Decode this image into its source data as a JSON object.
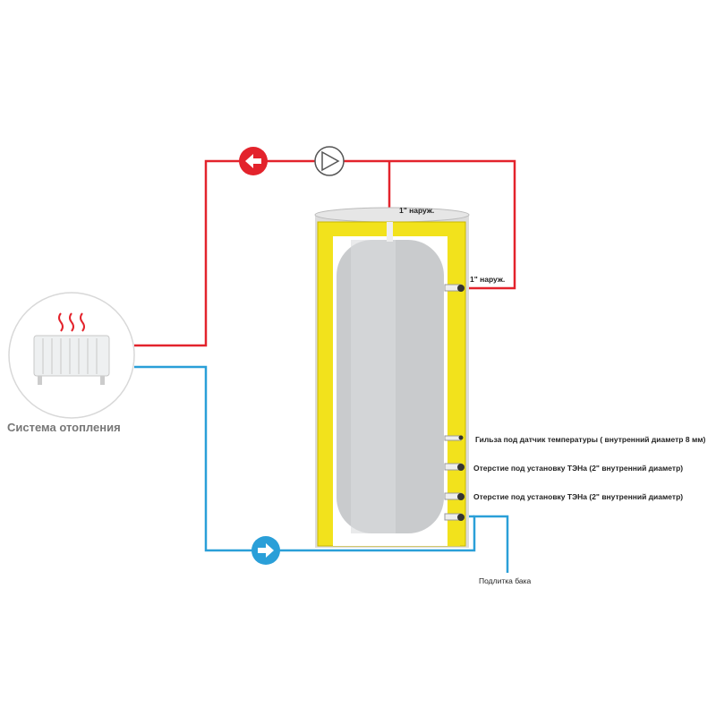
{
  "colors": {
    "hot": "#e3232c",
    "cold": "#2a9fd8",
    "insulation": "#f2e21c",
    "tank": "#c9cbcd"
  },
  "labels": {
    "top_port": "1\" наруж.",
    "side_port": "1\" наруж.",
    "sensor_sleeve": "Гильза под датчик температуры ( внутренний диаметр 8 мм)",
    "heater_port_1": "Отерстие под установку ТЭНа (2\" внутренний диаметр)",
    "heater_port_2": "Отерстие под установку ТЭНа (2\" внутренний диаметр)",
    "refill": "Подлитка бака",
    "heating_system": "Система отопления"
  },
  "icons": {
    "hot_arrow": "arrow-left-icon",
    "pump": "pump-icon",
    "cold_arrow": "arrow-right-icon",
    "radiator": "radiator-icon"
  }
}
